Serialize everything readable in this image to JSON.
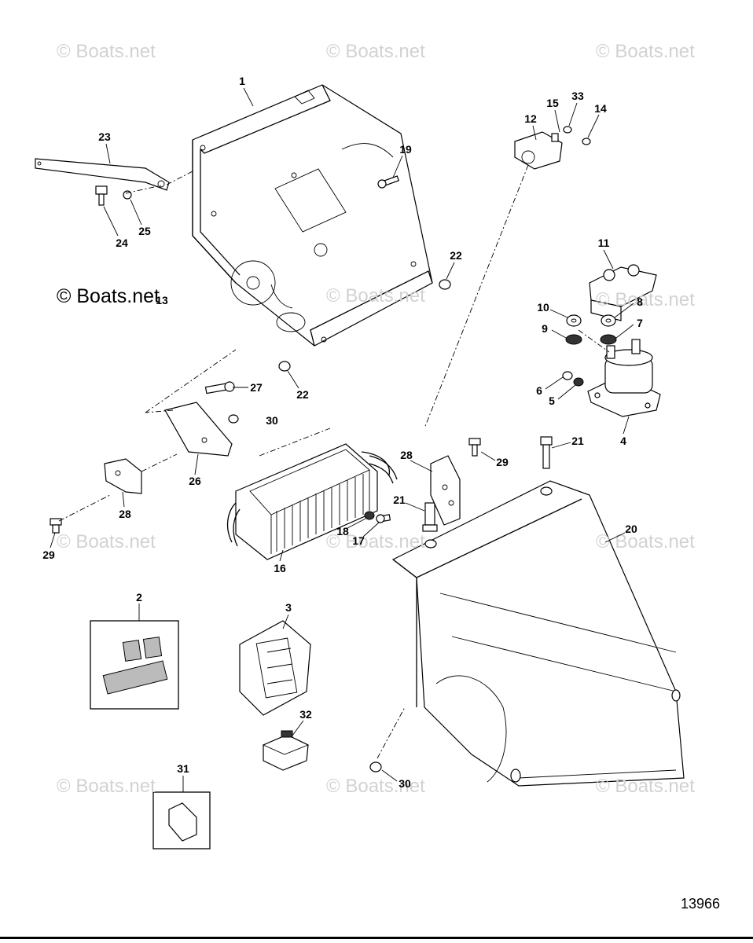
{
  "watermarks": [
    "© Boats.net",
    "© Boats.net",
    "© Boats.net",
    "© Boats.net",
    "© Boats.net",
    "© Boats.net",
    "© Boats.net",
    "© Boats.net",
    "© Boats.net",
    "© Boats.net",
    "© Boats.net",
    "© Boats.net"
  ],
  "figure_number": "13966",
  "callouts": [
    "1",
    "23",
    "19",
    "24",
    "25",
    "22",
    "12",
    "15",
    "33",
    "14",
    "11",
    "10",
    "8",
    "9",
    "7",
    "6",
    "5",
    "4",
    "21",
    "29",
    "28",
    "21",
    "20",
    "22",
    "27",
    "30",
    "26",
    "28",
    "29",
    "18",
    "17",
    "16",
    "2",
    "3",
    "32",
    "31",
    "30",
    "13"
  ]
}
